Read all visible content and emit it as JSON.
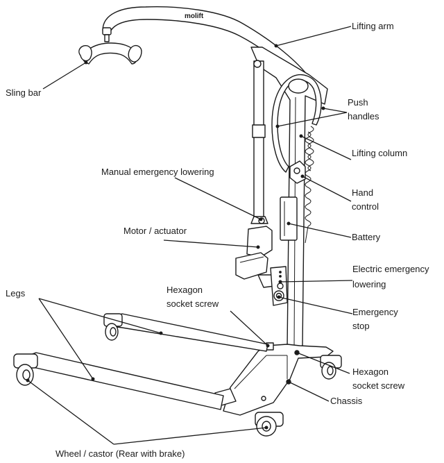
{
  "brand_logo": "molift",
  "labels": {
    "lifting_arm": "Lifting arm",
    "sling_bar": "Sling bar",
    "push_handles": [
      "Push",
      "handles"
    ],
    "lifting_column": "Lifting column",
    "manual_emergency_lowering": "Manual emergency lowering",
    "hand_control": [
      "Hand",
      "control"
    ],
    "motor_actuator": "Motor / actuator",
    "battery": "Battery",
    "electric_emergency_lowering": [
      "Electric emergency",
      "lowering"
    ],
    "legs": "Legs",
    "hexagon_socket_screw_left": [
      "Hexagon",
      "socket screw"
    ],
    "emergency_stop": [
      "Emergency",
      "stop"
    ],
    "hexagon_socket_screw_right": [
      "Hexagon",
      "socket screw"
    ],
    "chassis": "Chassis",
    "wheel_castor": "Wheel / castor (Rear with brake)"
  }
}
